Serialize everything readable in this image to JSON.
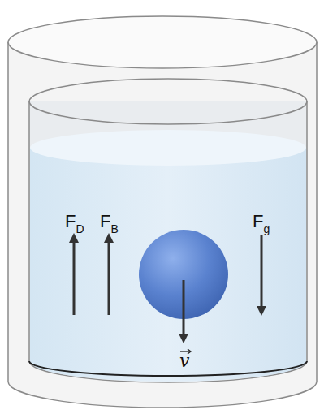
{
  "diagram": {
    "labels": [
      "F",
      "D",
      "F",
      "B",
      "F",
      "g",
      "v"
    ]
  }
}
